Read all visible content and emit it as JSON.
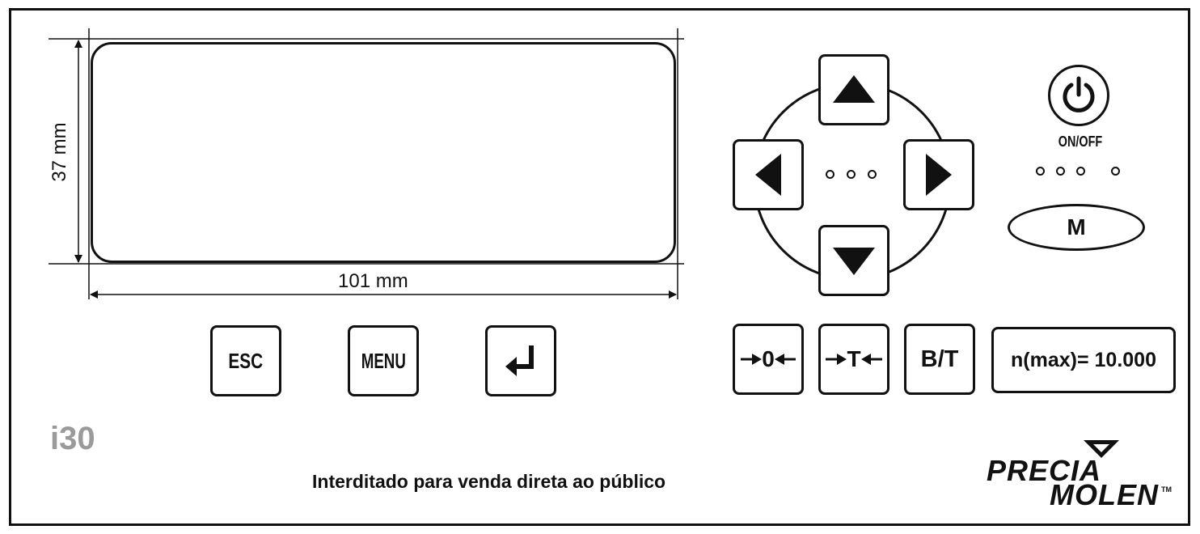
{
  "dimensions": {
    "height_label": "37 mm",
    "width_label": "101 mm"
  },
  "keys": {
    "esc": "ESC",
    "menu": "MENU",
    "zero": "0",
    "tare": "T",
    "bt": "B/T",
    "capacity": "n(max)= 10.000",
    "mode": "M"
  },
  "power": {
    "label": "ON/OFF"
  },
  "model": "i30",
  "notice": "Interditado para venda direta ao público",
  "brand": {
    "line1": "PRECIA",
    "line2": "MOLEN",
    "tm": "TM"
  },
  "icons": {
    "up": "arrow-up-icon",
    "down": "arrow-down-icon",
    "left": "arrow-left-icon",
    "right": "arrow-right-icon",
    "enter": "enter-icon",
    "power": "power-icon",
    "logo_mark": "triangle-icon"
  }
}
